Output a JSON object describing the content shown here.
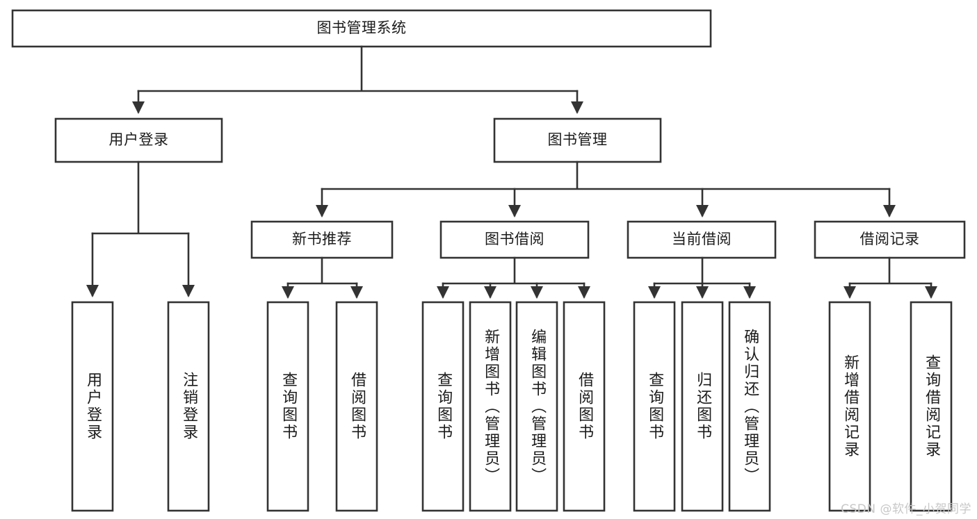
{
  "diagram": {
    "title": "图书管理系统",
    "type": "tree-hierarchy-chart",
    "colors": {
      "stroke": "#333333",
      "box_fill": "#ffffff",
      "text": "#1b1b1b",
      "watermark": "#c8c8c8",
      "background": "#ffffff"
    },
    "root": {
      "label": "图书管理系统"
    },
    "level2": [
      {
        "label": "用户登录"
      },
      {
        "label": "图书管理"
      }
    ],
    "level3": [
      {
        "label": "新书推荐"
      },
      {
        "label": "图书借阅"
      },
      {
        "label": "当前借阅"
      },
      {
        "label": "借阅记录"
      }
    ],
    "leaves": {
      "user_login": [
        {
          "label": "用户登录"
        },
        {
          "label": "注销登录"
        }
      ],
      "new_book_recommend": [
        {
          "label": "查询图书"
        },
        {
          "label": "借阅图书"
        }
      ],
      "book_borrow": [
        {
          "label": "查询图书"
        },
        {
          "label": "新增图书（管理员）"
        },
        {
          "label": "编辑图书（管理员）"
        },
        {
          "label": "借阅图书"
        }
      ],
      "current_borrow": [
        {
          "label": "查询图书"
        },
        {
          "label": "归还图书"
        },
        {
          "label": "确认归还（管理员）"
        }
      ],
      "borrow_record": [
        {
          "label": "新增借阅记录"
        },
        {
          "label": "查询借阅记录"
        }
      ]
    },
    "watermark": "CSDN @软件_小贺同学"
  }
}
